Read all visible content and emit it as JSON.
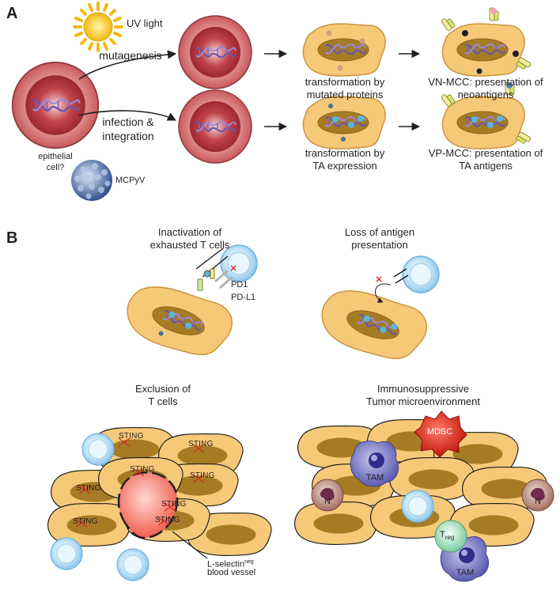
{
  "panels": {
    "a": "A",
    "b": "B"
  },
  "panel_a": {
    "uv_light": "UV light",
    "mutagenesis": "mutagenesis",
    "infection_line1": "infection &",
    "infection_line2": "integration",
    "epithelial_line1": "epithelial",
    "epithelial_line2": "cell?",
    "mcpyv": "MCPyV",
    "mutated_line1": "transformation by",
    "mutated_line2": "mutated proteins",
    "ta_line1": "transformation by",
    "ta_line2": "TA expression",
    "vn_line1": "VN-MCC: presentation of",
    "vn_line2": "neoantigens",
    "vp_line1": "VP-MCC: presentation of",
    "vp_line2": "TA antigens"
  },
  "panel_b": {
    "inactivation_line1": "Inactivation of",
    "inactivation_line2": "exhausted T cells",
    "pd1": "PD1",
    "pdl1": "PD-L1",
    "loss_line1": "Loss of antigen",
    "loss_line2": "presentation",
    "exclusion_line1": "Exclusion of",
    "exclusion_line2": "T cells",
    "sting": "STING",
    "lselectin_main": "L-selectin",
    "lselectin_sup": "neg",
    "blood_vessel": "blood vessel",
    "immuno_line1": "Immunosuppressive",
    "immuno_line2": "Tumor microenvironment",
    "mdsc": "MDSC",
    "tam": "TAM",
    "n": "N",
    "treg_main": "T",
    "treg_sub": "reg"
  },
  "colors": {
    "cell_fill": "#f6c979",
    "cell_stroke": "#c9953d",
    "nucleus": "#a57b24",
    "round_cell_outer": "#dd8b8b",
    "round_cell_inner": "#b8323a",
    "dna": "#6c55a6",
    "tcell_outer": "#a9d6f2",
    "tcell_inner": "#d7eefb",
    "tam": "#7f7fc8",
    "mdsc": "#d6281c",
    "neutrophil": "#b07a6e",
    "treg": "#a6dcbf",
    "vessel": "#f8897a",
    "sun": "#f3c019",
    "virus": "#5a7ab8"
  },
  "icons": [
    "sun-icon",
    "virus-icon",
    "arrow-icon",
    "dna-icon"
  ]
}
